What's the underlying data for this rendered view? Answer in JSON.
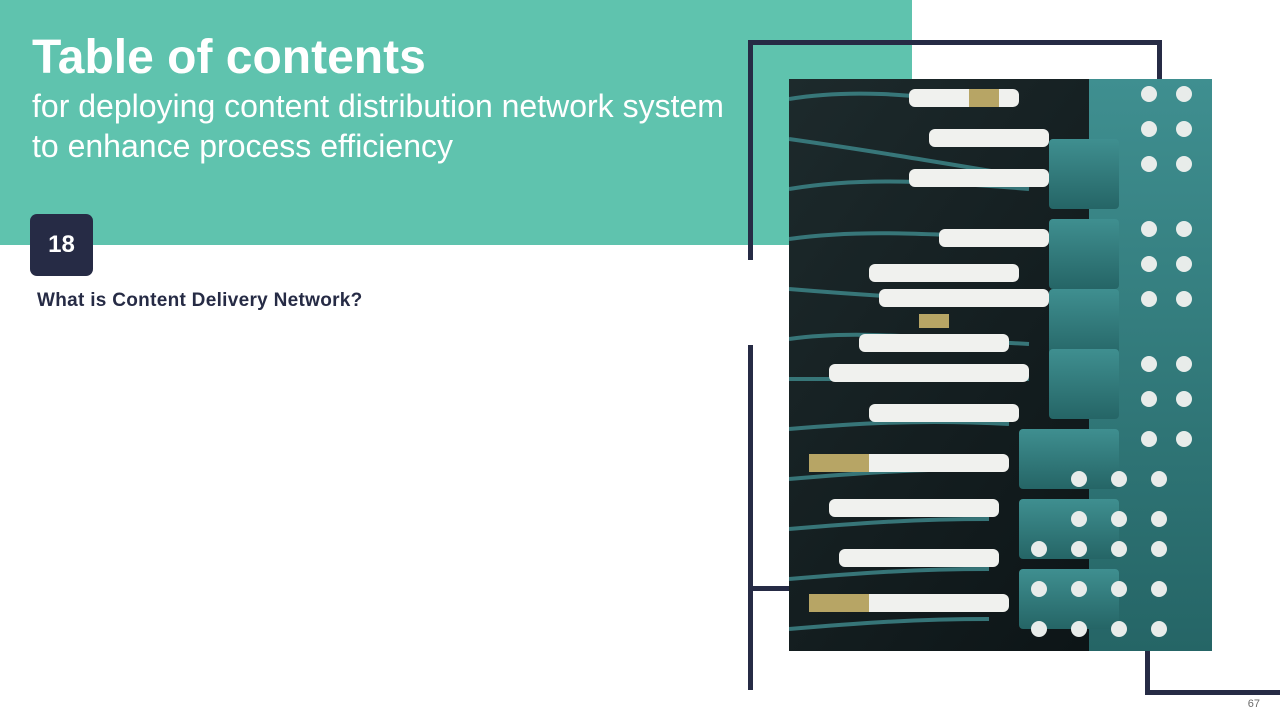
{
  "slide": {
    "title": "Table of contents",
    "subtitle": "for deploying content distribution network system to enhance process efficiency",
    "badge_number": "18",
    "item_text": "What is Content Delivery Network?",
    "page_number": "67"
  },
  "colors": {
    "teal": "#5fc3ae",
    "navy": "#262b45",
    "white": "#ffffff"
  },
  "image": {
    "subject": "fiber-optic-patch-panel-photo"
  }
}
